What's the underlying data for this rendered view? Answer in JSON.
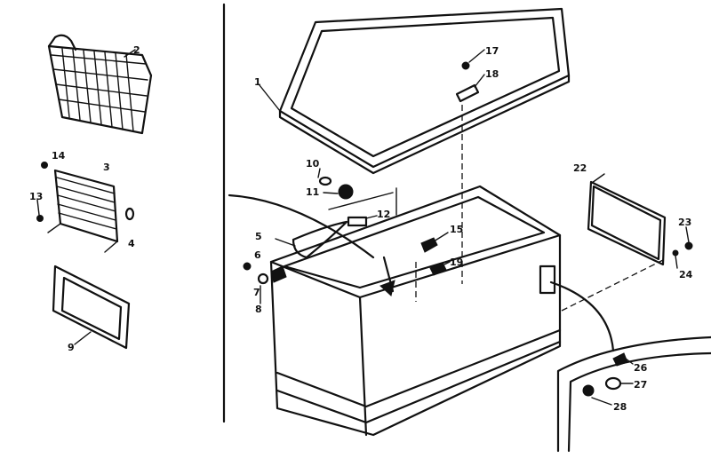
{
  "part_labels": {
    "p1": "1",
    "p2": "2",
    "p3": "3",
    "p4": "4",
    "p5": "5",
    "p6": "6",
    "p7": "7",
    "p8": "8",
    "p9": "9",
    "p10": "10",
    "p11": "11",
    "p12": "12",
    "p13": "13",
    "p14": "14",
    "p15": "15",
    "p17": "17",
    "p18": "18",
    "p19": "19",
    "p22": "22",
    "p23": "23",
    "p24": "24",
    "p26": "26",
    "p27": "27",
    "p28": "28"
  }
}
